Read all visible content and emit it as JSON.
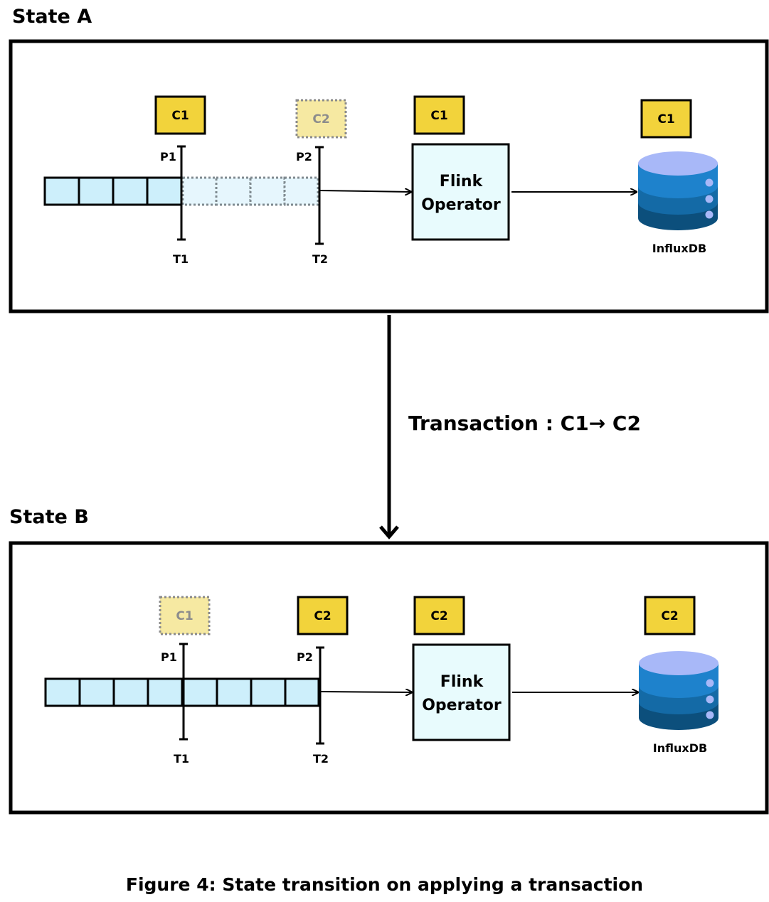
{
  "state_a": {
    "title": "State A",
    "pointer_labels": [
      "P1",
      "P2"
    ],
    "time_labels": [
      "T1",
      "T2"
    ],
    "tokens": {
      "at_p1": "C1",
      "at_p2": "C2",
      "operator": "C1",
      "database": "C1"
    },
    "faded_token": "at_p2",
    "operator_label": [
      "Flink",
      "Operator"
    ],
    "database_label": "InfluxDB"
  },
  "transaction": {
    "label": "Transaction : C1→ C2"
  },
  "state_b": {
    "title": "State B",
    "pointer_labels": [
      "P1",
      "P2"
    ],
    "time_labels": [
      "T1",
      "T2"
    ],
    "tokens": {
      "at_p1": "C1",
      "at_p2": "C2",
      "operator": "C2",
      "database": "C2"
    },
    "faded_token": "at_p1",
    "operator_label": [
      "Flink",
      "Operator"
    ],
    "database_label": "InfluxDB"
  },
  "caption": "Figure 4: State transition on applying a transaction",
  "colors": {
    "token_fill": "#f2d33b",
    "token_faded_fill": "#f6e9a2",
    "cell_fill": "#cdeffb",
    "cell_faded_fill": "#e6f6fd",
    "operator_fill": "#e8fbfd",
    "db_top": "#a8b8f8",
    "db_band1": "#1e82cc",
    "db_band2": "#146aa6",
    "db_band3": "#0c4f7c",
    "db_dot": "#a8b8f8"
  }
}
